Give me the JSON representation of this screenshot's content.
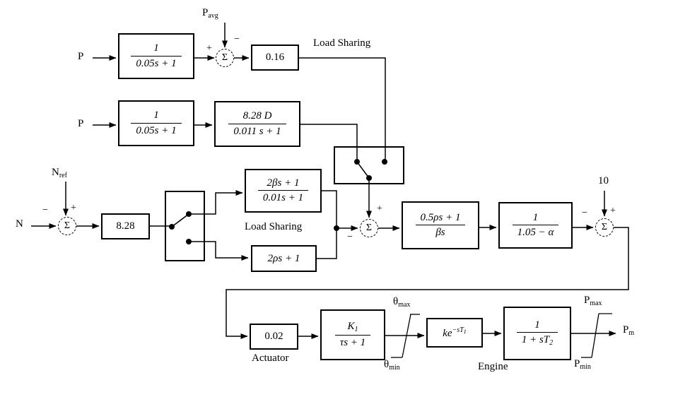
{
  "sum": "Σ",
  "plus": "+",
  "minus": "−",
  "colors": {
    "ink": "#000000",
    "bg": "#ffffff"
  },
  "labels": {
    "p_in_1": "P",
    "p_in_2": "P",
    "n_in": "N",
    "bias": "10",
    "p_avg": {
      "base": "P",
      "sub": "avg"
    },
    "n_ref": {
      "base": "N",
      "sub": "ref"
    },
    "load_sharing_top": "Load Sharing",
    "load_sharing_mid": "Load Sharing",
    "actuator": "Actuator",
    "engine": "Engine",
    "theta_max": {
      "base": "θ",
      "sub": "max"
    },
    "theta_min": {
      "base": "θ",
      "sub": "min"
    },
    "p_max": {
      "base": "P",
      "sub": "max"
    },
    "p_min": {
      "base": "P",
      "sub": "min"
    },
    "p_m": {
      "base": "P",
      "sub": "m"
    }
  },
  "blocks": {
    "prefilter1": {
      "num": "1",
      "den": "0.05s + 1"
    },
    "gain_016": "0.16",
    "prefilter2": {
      "num": "1",
      "den": "0.05s + 1"
    },
    "droop": {
      "num": "8.28 D",
      "den": "0.011 s + 1"
    },
    "gain_828": "8.28",
    "lead_lag": {
      "num": "2βs + 1",
      "den": "0.01s + 1"
    },
    "load_share_gain": "2ρs + 1",
    "governor": {
      "num": "0.5ρs + 1",
      "den": "βs"
    },
    "alpha_gain": {
      "num": "1",
      "den": "1.05 − α"
    },
    "gain_002": "0.02",
    "actuator_tf": {
      "num_base": "K",
      "num_sub": "1",
      "den": "τs + 1"
    },
    "delay": {
      "base": "ke",
      "sup": "−sT",
      "sup_sub": "1"
    },
    "engine_tf": {
      "num": "1",
      "den_base": "1 + sT",
      "den_sub": "2"
    }
  }
}
